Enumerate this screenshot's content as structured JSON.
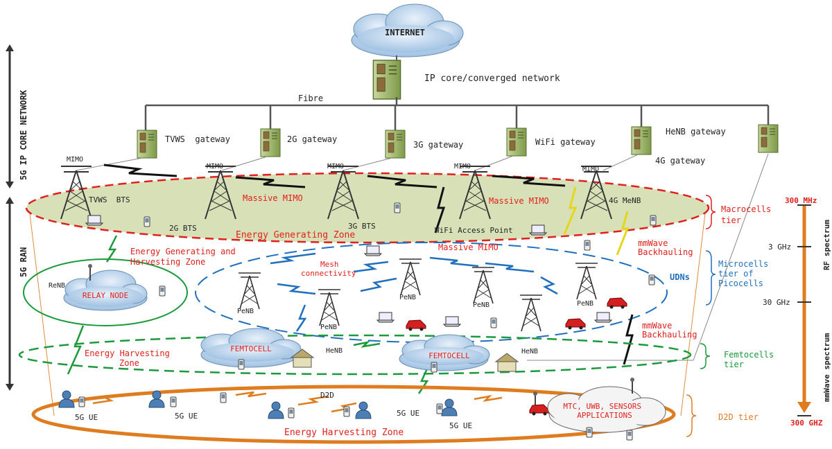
{
  "cloud": {
    "label": "INTERNET"
  },
  "core": {
    "label": "IP core/converged network",
    "fibre_label": "Fibre"
  },
  "side_labels": {
    "core_network": "5G IP CORE NETWORK",
    "ran": "5G RAN"
  },
  "gateways": [
    {
      "id": "tvws",
      "label": "TVWS  gateway"
    },
    {
      "id": "2g",
      "label": "2G gateway"
    },
    {
      "id": "3g",
      "label": "3G gateway"
    },
    {
      "id": "wifi",
      "label": "WiFi gateway"
    },
    {
      "id": "henb",
      "label": "HeNB gateway"
    },
    {
      "id": "4g",
      "label": "4G gateway"
    }
  ],
  "mimo_label": "MIMO",
  "macro_towers": [
    {
      "label": "TVWS  BTS"
    },
    {
      "label": "2G BTS"
    },
    {
      "label": "3G BTS"
    },
    {
      "label": "WiFi Access Point"
    },
    {
      "label": "4G MeNB"
    }
  ],
  "massive_mimo": "Massive MIMO",
  "zones": {
    "energy_generating": "Energy Generating Zone",
    "energy_gen_harvest": "Energy Generating and\nHarvesting Zone",
    "energy_harvesting": "Energy Harvesting\nZone",
    "energy_harvesting_bottom": "Energy Harvesting Zone"
  },
  "mesh": "Mesh\nconnectivity",
  "pico_label": "PeNB",
  "udns": "UDNs",
  "relay": {
    "node": "RELAY NODE",
    "renb": "ReNB"
  },
  "femto": {
    "cell": "FEMTOCELL",
    "henb": "HeNB"
  },
  "backhaul": "mmWave\nBackhauling",
  "d2d": "D2D",
  "ue": "5G UE",
  "apps": "MTC, UWB, SENSORS\nAPPLICATIONS",
  "tiers": {
    "macro": "Macrocells\ntier",
    "micro": "Microcells\ntier of\nPicocells",
    "femto": "Femtocells\ntier",
    "d2d": "D2D tier"
  },
  "spectrum": {
    "f300mhz": "300 MHz",
    "f3ghz": "3 GHz",
    "f30ghz": "30 GHz",
    "f300ghz": "300 GHZ",
    "rf": "RF spectrum",
    "mmwave": "mmWave spectrum"
  },
  "colors": {
    "red": "#e0201c",
    "blue": "#1f6fbf",
    "green": "#1a9a3a",
    "orange": "#e07c20",
    "macro_fill": "#d8e0b8",
    "cloud": "#b9d3ea"
  }
}
